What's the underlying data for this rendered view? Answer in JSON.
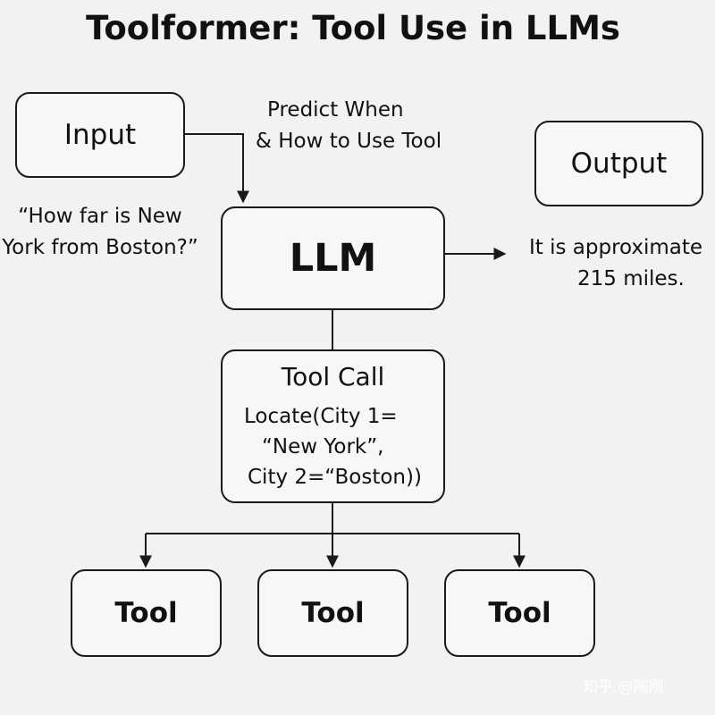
{
  "title": "Toolformer: Tool Use in LLMs",
  "nodes": {
    "input": "Input",
    "llm": "LLM",
    "output": "Output",
    "tool_call": {
      "heading": "Tool Call",
      "lines": [
        "Locate(City 1=",
        "“New York”,",
        "City 2=“Boston))"
      ]
    },
    "tools": [
      "Tool",
      "Tool",
      "Tool"
    ]
  },
  "annotations": {
    "predict": [
      "Predict When",
      "& How to Use Tool"
    ],
    "question": [
      "“How far is New",
      "York from Boston?”"
    ],
    "answer": [
      "It is approximate",
      "215 miles."
    ]
  },
  "watermark": "知乎 @陶刚"
}
